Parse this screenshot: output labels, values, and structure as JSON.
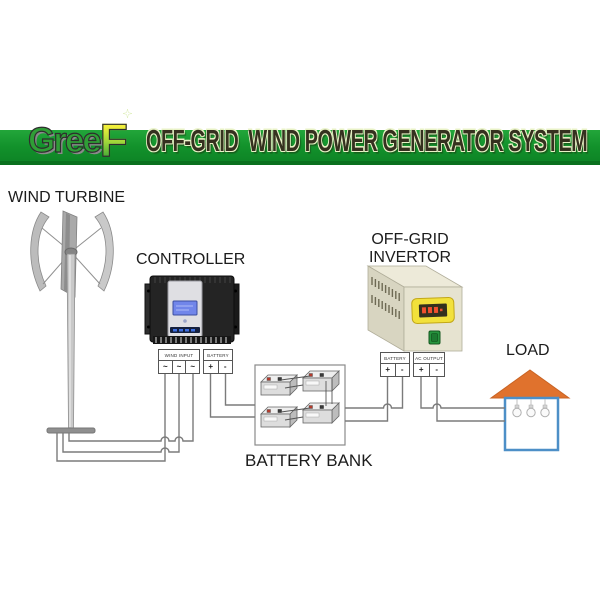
{
  "header": {
    "logo": {
      "main": "Gree",
      "accent": "F"
    },
    "title": "OFF-GRID  WIND POWER GENERATOR SYSTEM",
    "colors": {
      "band_green": "#14962d",
      "band_dark_green": "#0a701e",
      "logo_green": "#2f9e36",
      "logo_yellow": "#f2ef3a"
    }
  },
  "components": {
    "wind_turbine": {
      "label": "WIND TURBINE"
    },
    "controller": {
      "label": "CONTROLLER",
      "terminal_groups": [
        {
          "label": "WIND INPUT",
          "pins": [
            "~",
            "~",
            "~"
          ]
        },
        {
          "label": "BATTERY",
          "pins": [
            "+",
            "-"
          ]
        }
      ]
    },
    "invertor": {
      "label": [
        "OFF-GRID",
        "INVERTOR"
      ],
      "terminal_groups": [
        {
          "label": "BATTERY",
          "pins": [
            "+",
            "-"
          ]
        },
        {
          "label": "AC OUTPUT",
          "pins": [
            "+",
            "-"
          ]
        }
      ]
    },
    "battery_bank": {
      "label": "BATTERY BANK",
      "battery_count": 4
    },
    "load": {
      "label": "LOAD",
      "colors": {
        "roof": "#e0722d",
        "wall_border": "#4d8fc7"
      }
    }
  }
}
